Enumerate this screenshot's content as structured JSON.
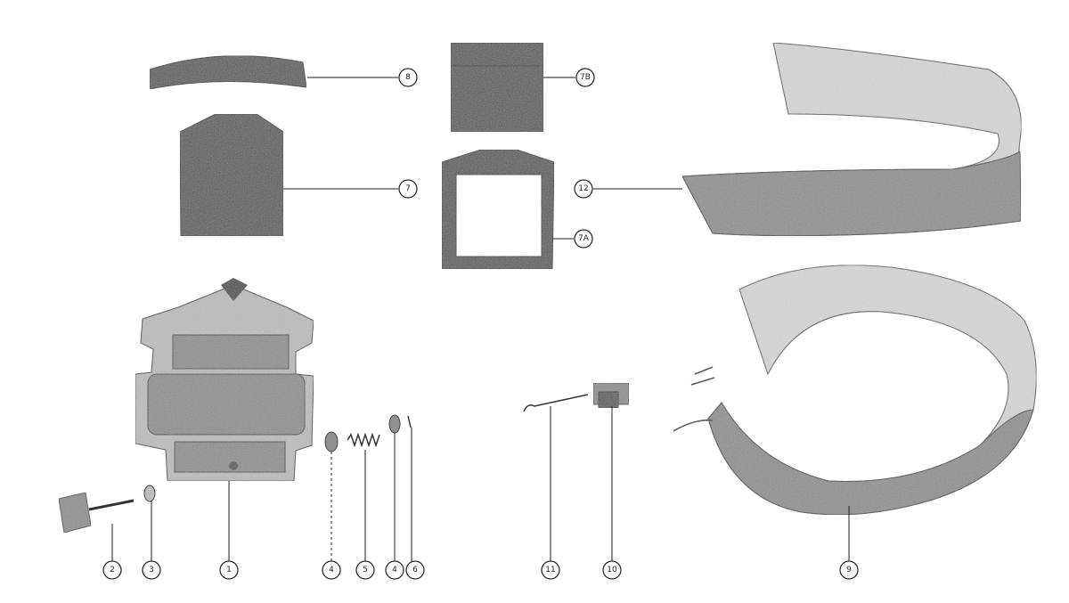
{
  "callouts": [
    {
      "id": "8",
      "text": "8"
    },
    {
      "id": "7B",
      "text": "7B"
    },
    {
      "id": "7",
      "text": "7"
    },
    {
      "id": "7A",
      "text": "7A"
    },
    {
      "id": "12",
      "text": "12"
    },
    {
      "id": "2",
      "text": "2"
    },
    {
      "id": "3",
      "text": "3"
    },
    {
      "id": "1",
      "text": "1"
    },
    {
      "id": "4a",
      "text": "4"
    },
    {
      "id": "5",
      "text": "5"
    },
    {
      "id": "4b",
      "text": "4"
    },
    {
      "id": "6",
      "text": "6"
    },
    {
      "id": "11",
      "text": "11"
    },
    {
      "id": "10",
      "text": "10"
    },
    {
      "id": "9",
      "text": "9"
    }
  ]
}
